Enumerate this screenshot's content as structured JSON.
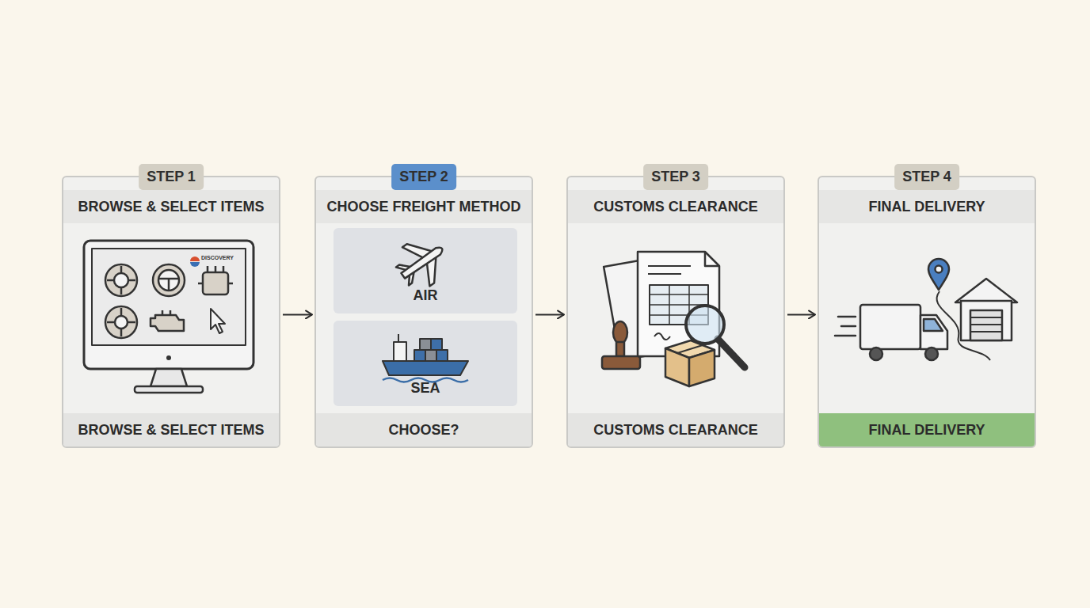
{
  "diagram": {
    "nodes": [
      {
        "text": [
          "STEP 1",
          "BROWSE & SELECT ITEMS",
          "BROWSE & SELECT ITEMS"
        ]
      },
      {
        "text": [
          "STEP 2",
          "CHOOSE FREIGHT METHOD",
          "CHOOSE?"
        ]
      },
      {
        "text": [
          "AIR"
        ],
        "in": 1
      },
      {
        "text": [
          "SEA"
        ],
        "in": 1
      },
      {
        "text": [
          "STEP 3",
          "CUSTOMS CLEARANCE",
          "CUSTOMS CLEARANCE"
        ]
      },
      {
        "text": [
          "STEP 4",
          "FINAL DELIVERY",
          "FINAL DELIVERY"
        ]
      }
    ],
    "edges": [
      {
        "from": 0,
        "to": 1,
        "arrow": "to"
      },
      {
        "from": 1,
        "to": 4,
        "arrow": "to"
      },
      {
        "from": 4,
        "to": 5,
        "arrow": "to"
      }
    ],
    "labels": [
      "DISCOVERY"
    ]
  }
}
